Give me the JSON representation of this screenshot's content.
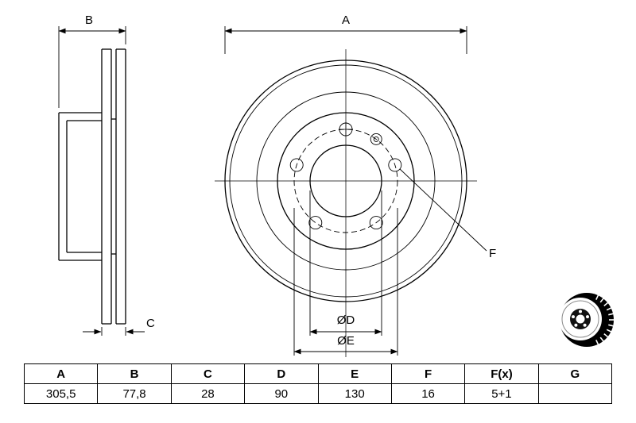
{
  "drawing": {
    "labels": {
      "a": "A",
      "b": "B",
      "c": "C",
      "f": "F",
      "d": "ØD",
      "e": "ØE"
    }
  },
  "table": {
    "headers": [
      "A",
      "B",
      "C",
      "D",
      "E",
      "F",
      "F(x)",
      "G"
    ],
    "values": [
      "305,5",
      "77,8",
      "28",
      "90",
      "130",
      "16",
      "5+1",
      ""
    ]
  },
  "colors": {
    "line": "#000000",
    "background": "#ffffff"
  }
}
